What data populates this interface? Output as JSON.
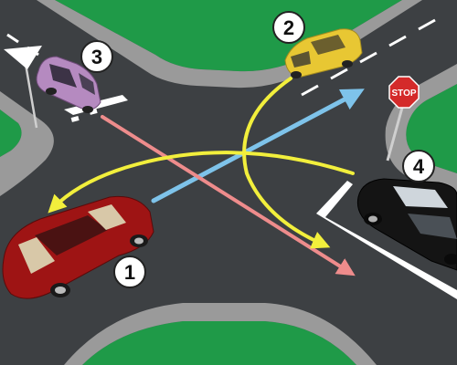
{
  "badges": {
    "car1": "1",
    "car2": "2",
    "car3": "3",
    "car4": "4"
  },
  "stop_sign": {
    "text": "STOP"
  },
  "colors": {
    "grass": "#1f9a48",
    "asphalt": "#3d4043",
    "sidewalk": "#9a9a9a",
    "sidewalk_light": "#b9b9b9",
    "lane_marking": "#ffffff",
    "path_yellow": "#f2ef3c",
    "path_blue": "#7ec3ea",
    "path_pink": "#ee8c8c",
    "car1": "#9e1414",
    "car2": "#e8c733",
    "car3": "#b58ac0",
    "car4": "#141414",
    "stop_red": "#d42a2a"
  },
  "icons": {
    "car1": "red-sedan-icon",
    "car2": "yellow-suv-icon",
    "car3": "purple-hatchback-icon",
    "car4": "black-sedan-icon",
    "stop": "stop-sign-icon"
  }
}
